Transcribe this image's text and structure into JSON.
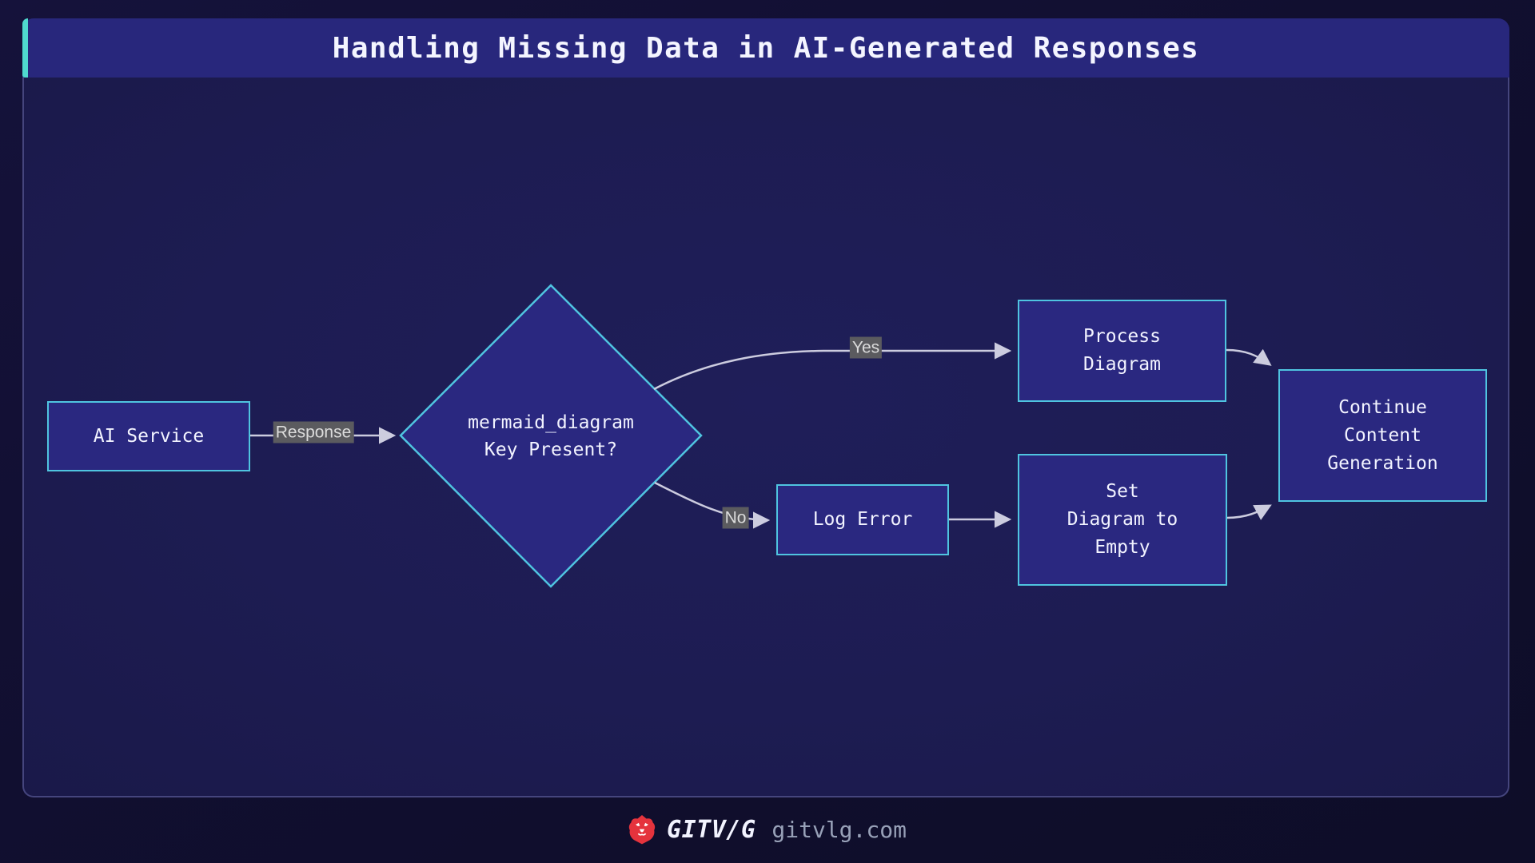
{
  "header": {
    "title": "Handling Missing Data in AI-Generated Responses"
  },
  "diagram": {
    "nodes": {
      "ai_service": {
        "label": "AI Service"
      },
      "decision": {
        "lines": [
          "mermaid_diagram",
          "Key Present?"
        ]
      },
      "process_diagram": {
        "lines": [
          "Process",
          "Diagram"
        ]
      },
      "log_error": {
        "label": "Log Error"
      },
      "set_diagram_empty": {
        "lines": [
          "Set",
          "Diagram to",
          "Empty"
        ]
      },
      "continue_generation": {
        "lines": [
          "Continue",
          "Content",
          "Generation"
        ]
      }
    },
    "edge_labels": {
      "response": "Response",
      "yes": "Yes",
      "no": "No"
    }
  },
  "footer": {
    "logo_icon": "lion-icon",
    "brand": "GITV/G",
    "domain": "gitvlg.com"
  },
  "colors": {
    "page_bg": "#110f30",
    "panel_bg": "#1d1c52",
    "header_bg": "#28277c",
    "node_fill": "#2a2880",
    "node_border_cyan": "#4fc4e0",
    "accent_teal": "#4fd9ce",
    "edge_line": "#ccccdf",
    "edge_label_bg": "#5b5b5f",
    "brand_red": "#e5333d",
    "text_white": "#f2f3ff",
    "muted_text": "#98a1b8"
  }
}
